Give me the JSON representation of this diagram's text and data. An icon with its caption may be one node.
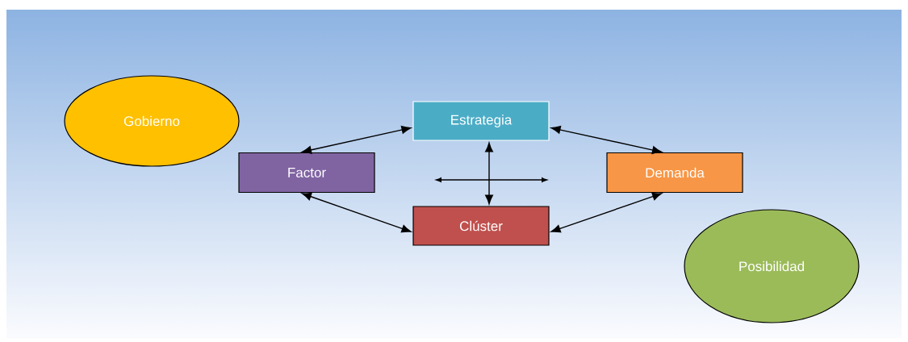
{
  "diagram": {
    "nodes": [
      {
        "text": [
          "Gobierno"
        ]
      },
      {
        "text": [
          "Estrategia"
        ]
      },
      {
        "text": [
          "Factor"
        ]
      },
      {
        "text": [
          "Demanda"
        ]
      },
      {
        "text": [
          "Clúster"
        ]
      },
      {
        "text": [
          "Posibilidad"
        ]
      }
    ],
    "edges": [
      {
        "from": 2,
        "to": 1,
        "arrow": "both"
      },
      {
        "from": 1,
        "to": 3,
        "arrow": "both"
      },
      {
        "from": 2,
        "to": 4,
        "arrow": "both"
      },
      {
        "from": 4,
        "to": 3,
        "arrow": "both"
      },
      {
        "from": 1,
        "to": 4,
        "arrow": "both"
      }
    ]
  }
}
